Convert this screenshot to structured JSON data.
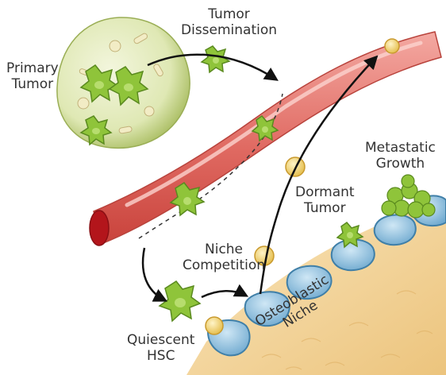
{
  "labels": {
    "primary_tumor": [
      "Primary",
      "Tumor"
    ],
    "dissemination": [
      "Tumor",
      "Dissemination"
    ],
    "metastatic": [
      "Metastatic",
      "Growth"
    ],
    "dormant": [
      "Dormant",
      "Tumor"
    ],
    "niche_competition": [
      "Niche",
      "Competition"
    ],
    "quiescent_hsc": [
      "Quiescent",
      "HSC"
    ],
    "osteoblastic_niche": [
      "Osteoblastic",
      "Niche"
    ]
  },
  "colors": {
    "vessel": "#e06a62",
    "vessel_highlight": "#f4a9a2",
    "vessel_lumen": "#b3151b",
    "tumor_sphere": "#dfe8b4",
    "tumor_cell": "#8fc43a",
    "tumor_cell_dark": "#5a8a1f",
    "hsc_cell": "#f0d27a",
    "osteoblast": "#8fc3e0",
    "osteoblast_edge": "#3f7fa8",
    "bone": "#f2d49a",
    "arrow": "#111111"
  }
}
